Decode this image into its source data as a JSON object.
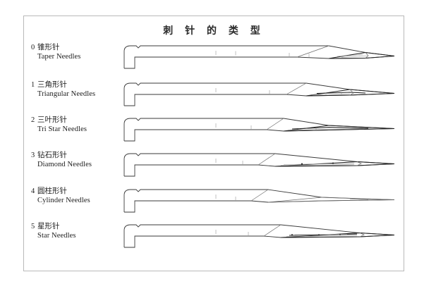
{
  "figure": {
    "title": "刺 针 的 类 型",
    "title_meaning_en": "Types of Needles",
    "border_color": "#b9b9b9",
    "background_color": "#ffffff",
    "line_color": "#3a3a3a"
  },
  "rows": [
    {
      "index": "0",
      "label_cn": "锥形针",
      "label_en": "Taper  Needles",
      "art_name": "taper-needle-drawing"
    },
    {
      "index": "1",
      "label_cn": "三角形针",
      "label_en": "Triangular Needles",
      "art_name": "triangular-needle-drawing"
    },
    {
      "index": "2",
      "label_cn": "三叶形针",
      "label_en": "Tri  Star Needles",
      "art_name": "tri-star-needle-drawing"
    },
    {
      "index": "3",
      "label_cn": "钻石形针",
      "label_en": "Diamond   Needles",
      "art_name": "diamond-needle-drawing"
    },
    {
      "index": "4",
      "label_cn": "圆柱形针",
      "label_en": "Cylinder  Needles",
      "art_name": "cylinder-needle-drawing"
    },
    {
      "index": "5",
      "label_cn": "星形针",
      "label_en": "Star  Needles",
      "art_name": "star-needle-drawing"
    }
  ]
}
